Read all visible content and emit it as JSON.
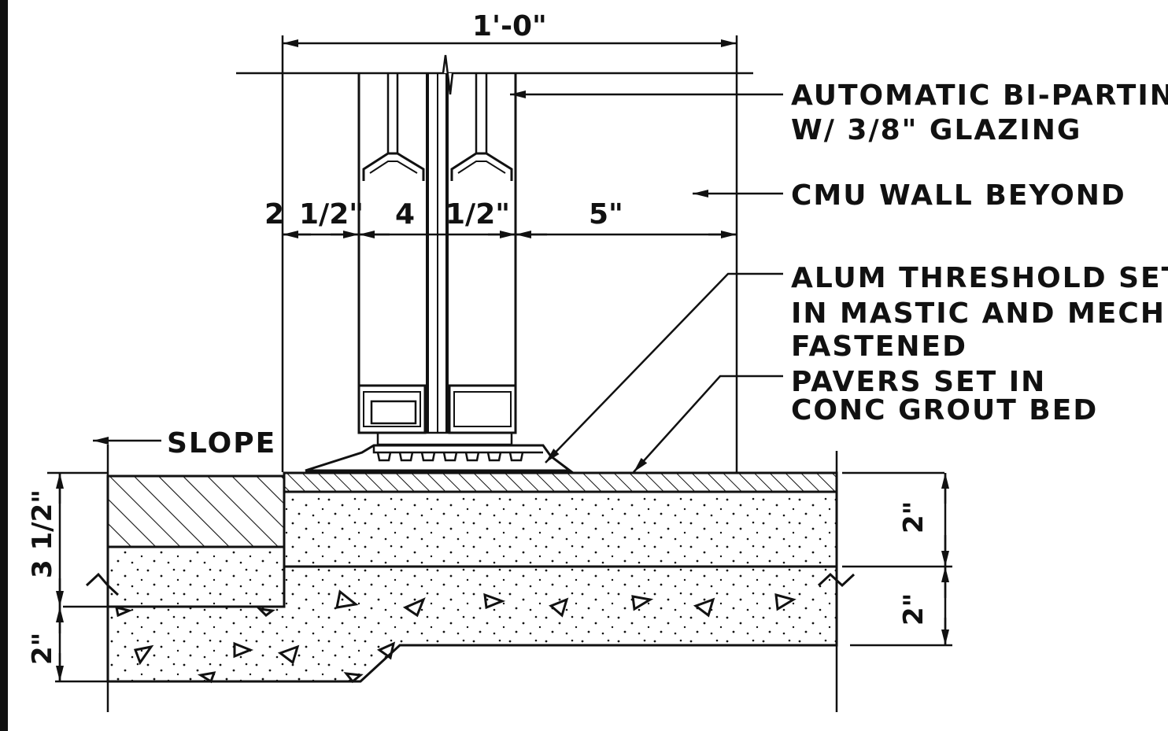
{
  "dimensions": {
    "overall_width": "1'-0\"",
    "left_offset_a": "2",
    "left_offset_b": "1/2\"",
    "door_a": "4",
    "door_b": "1/2\"",
    "right_offset": "5\"",
    "left_height_a": "3 1/2\"",
    "left_height_b": "2\"",
    "right_height_a": "2\"",
    "right_height_b": "2\""
  },
  "labels": {
    "door_line1": "AUTOMATIC BI-PARTING",
    "door_line2": "W/ 3/8\" GLAZING",
    "wall": "CMU WALL BEYOND",
    "threshold_line1": "ALUM THRESHOLD SET",
    "threshold_line2": "IN MASTIC AND MECH",
    "threshold_line3": "FASTENED",
    "pavers_line1": "PAVERS SET IN",
    "pavers_line2": "CONC GROUT BED",
    "slope": "SLOPE"
  },
  "colors": {
    "ink": "#111111",
    "paper": "#ffffff"
  }
}
